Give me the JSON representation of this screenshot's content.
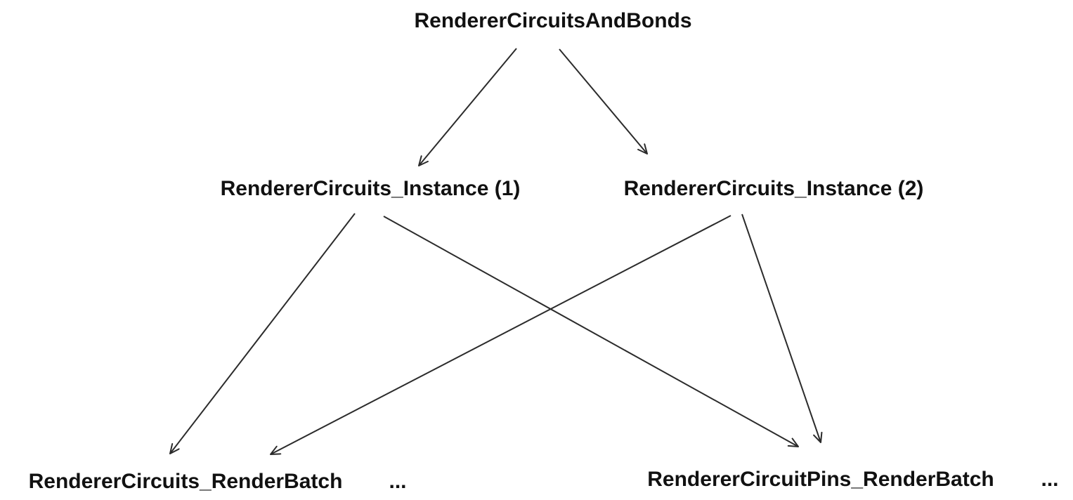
{
  "nodes": {
    "root": "RendererCircuitsAndBonds",
    "instance_1": "RendererCircuits_Instance (1)",
    "instance_2": "RendererCircuits_Instance (2)",
    "circuits_batch": "RendererCircuits_RenderBatch",
    "circuits_batch_more": "...",
    "pins_batch": "RendererCircuitPins_RenderBatch",
    "pins_batch_more": "..."
  },
  "edges": [
    {
      "from": "root",
      "to": "instance_1"
    },
    {
      "from": "root",
      "to": "instance_2"
    },
    {
      "from": "instance_1",
      "to": "circuits_batch"
    },
    {
      "from": "instance_1",
      "to": "pins_batch"
    },
    {
      "from": "instance_2",
      "to": "circuits_batch"
    },
    {
      "from": "instance_2",
      "to": "pins_batch"
    }
  ],
  "colors": {
    "text": "#111111",
    "edge": "#2b2b2b",
    "background": "#ffffff"
  }
}
